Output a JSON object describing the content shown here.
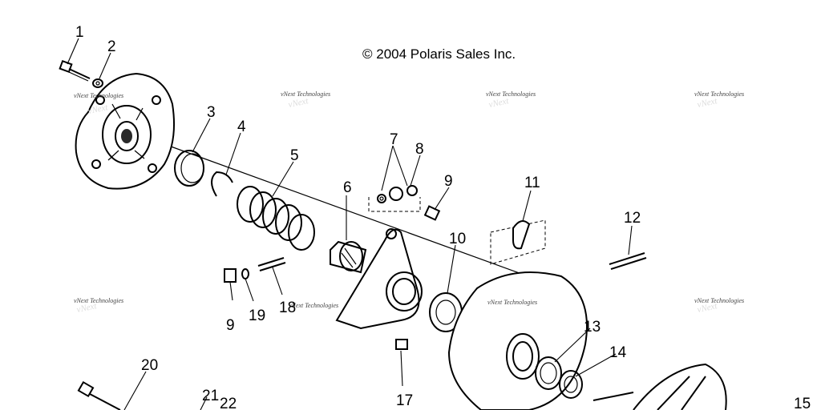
{
  "copyright": "© 2004 Polaris Sales Inc.",
  "watermark": "vNext Technologies",
  "callouts": [
    "1",
    "2",
    "3",
    "4",
    "5",
    "6",
    "7",
    "8",
    "9",
    "10",
    "11",
    "12",
    "9",
    "19",
    "18",
    "13",
    "14",
    "20",
    "21",
    "22",
    "17",
    "15"
  ]
}
